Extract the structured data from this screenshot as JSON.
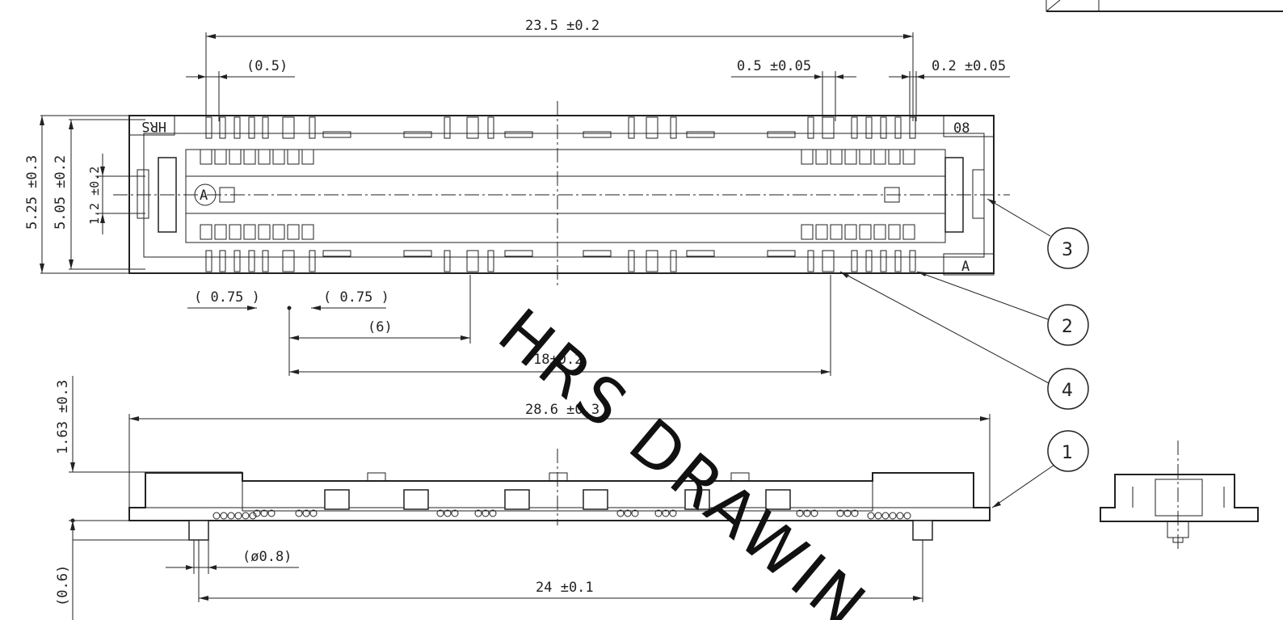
{
  "drawing": {
    "watermark": "HRS DRAWIN",
    "top_view": {
      "dim_overall_pitch": "23.5 ±0.2",
      "dim_pad_width": "(0.5)",
      "dim_pitch": "0.5 ±0.05",
      "dim_lead_width": "0.2 ±0.05",
      "dim_height_outer": "5.25 ±0.3",
      "dim_height_inner": "5.05 ±0.2",
      "dim_center_gap": "1.2 ±0.2",
      "dim_offset_left": "( 0.75 )",
      "dim_offset_right": "( 0.75 )",
      "dim_six": "(6)",
      "dim_eighteen": "18±0.2",
      "logo": "HRS",
      "pin_count_mark": "08",
      "marker_letter": "A",
      "polarity_symbol": "A"
    },
    "side_view": {
      "dim_overall_length": "28.6 ±0.3",
      "dim_height": "1.63 ±0.3",
      "dim_boss_dia": "(ø0.8)",
      "dim_boss_pitch": "24 ±0.1",
      "dim_boss_height": "(0.6)"
    },
    "balloons": [
      "1",
      "2",
      "3",
      "4"
    ]
  }
}
